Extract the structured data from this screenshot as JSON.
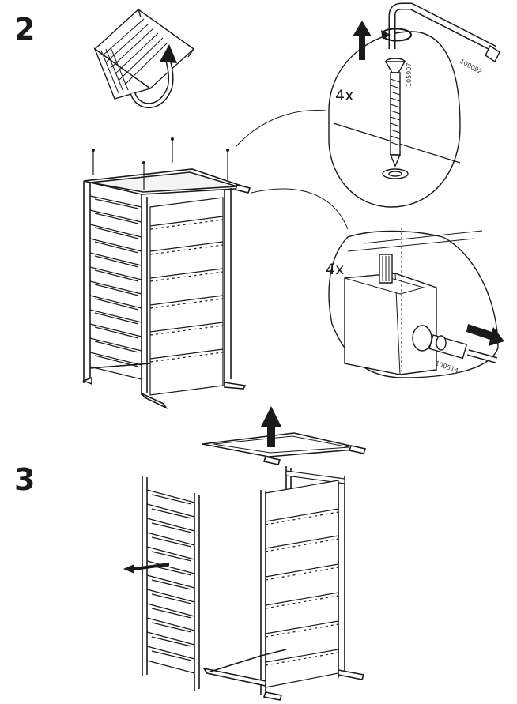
{
  "steps": [
    {
      "number": "2"
    },
    {
      "number": "3"
    }
  ],
  "details": {
    "screws": {
      "quantity": "4x",
      "tool_part": "100092",
      "screw_part": "105907"
    },
    "dowels": {
      "quantity": "4x",
      "part": "100514"
    }
  },
  "icons": {
    "rotate": "rotate-crib-icon",
    "lift": "up-arrow-icon",
    "pull": "right-arrow-icon",
    "tool": "allen-key-icon"
  },
  "colors": {
    "ink": "#1a1a1a",
    "paper": "#ffffff",
    "shade": "#d9d9d9",
    "panel": "#efefef"
  }
}
